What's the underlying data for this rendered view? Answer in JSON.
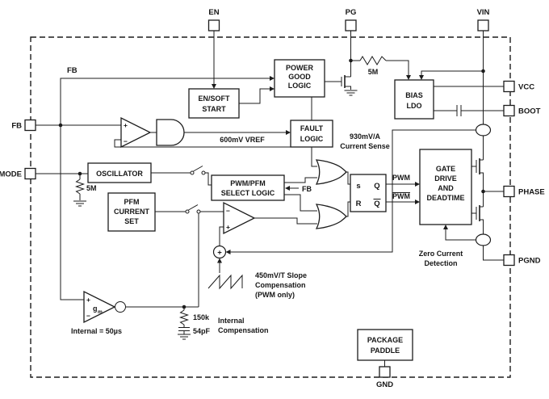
{
  "pins": {
    "en": "EN",
    "pg": "PG",
    "vin": "VIN",
    "fb": "FB",
    "mode": "MODE",
    "vcc": "VCC",
    "boot": "BOOT",
    "phase": "PHASE",
    "pgnd": "PGND",
    "gnd": "GND"
  },
  "blocks": {
    "fb_net": "FB",
    "en_soft_start": [
      "EN/SOFT",
      "START"
    ],
    "power_good": [
      "POWER",
      "GOOD",
      "LOGIC"
    ],
    "fault_logic": [
      "FAULT",
      "LOGIC"
    ],
    "bias_ldo": [
      "BIAS",
      "LDO"
    ],
    "oscillator": [
      "OSCILLATOR"
    ],
    "pfm_current_set": [
      "PFM",
      "CURRENT",
      "SET"
    ],
    "pwm_pfm_select": [
      "PWM/PFM",
      "SELECT LOGIC"
    ],
    "gate_drive": [
      "GATE",
      "DRIVE",
      "AND",
      "DEADTIME"
    ],
    "package_paddle": [
      "PACKAGE",
      "PADDLE"
    ],
    "latch": {
      "s": "s",
      "q": "Q",
      "r": "R",
      "qbar": "Q"
    }
  },
  "labels": {
    "vref": "600mV VREF",
    "current_sense_1": "930mV/A",
    "current_sense_2": "Current Sense",
    "pwm": "PWM",
    "pwm_bar": "PWM",
    "fb_input": "FB",
    "slope_1": "450mV/T Slope",
    "slope_2": "Compensation",
    "slope_3": "(PWM only)",
    "zero_current_1": "Zero Current",
    "zero_current_2": "Detection",
    "internal_time": "Internal = 50µs",
    "internal_comp_1": "Internal",
    "internal_comp_2": "Compensation",
    "r_pullup": "5M",
    "r_mode": "5M",
    "r_comp": "150k",
    "c_comp": "54pF",
    "gm_base": "g",
    "gm_sub": "m",
    "plus": "+",
    "minus": "−",
    "sum_plus": "+"
  }
}
